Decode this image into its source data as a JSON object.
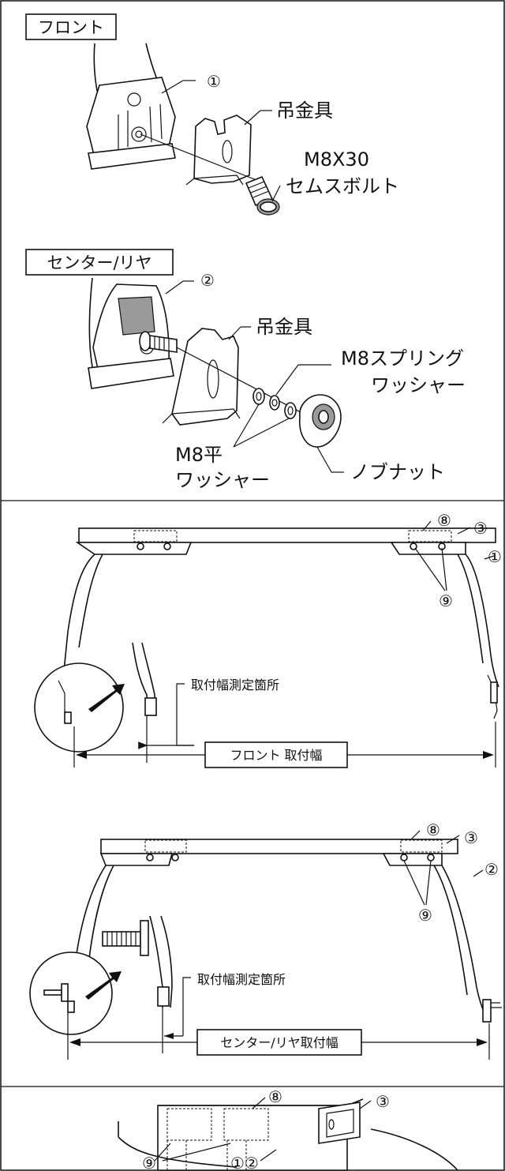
{
  "section1": {
    "title": "フロント",
    "callout_num": "①",
    "hanger_label": "吊金具",
    "bolt_label_line1": "M8X30",
    "bolt_label_line2": "セムスボルト"
  },
  "section2": {
    "title": "センター/リヤ",
    "callout_num": "②",
    "hanger_label": "吊金具",
    "spring_washer_line1": "M8スプリング",
    "spring_washer_line2": "ワッシャー",
    "flat_washer_line1": "M8平",
    "flat_washer_line2": "ワッシャー",
    "knob_nut_label": "ノブナット"
  },
  "section3": {
    "num_8": "⑧",
    "num_3": "③",
    "num_1": "①",
    "num_9": "⑨",
    "measure_label": "取付幅測定箇所",
    "width_label": "フロント 取付幅"
  },
  "section4": {
    "num_8": "⑧",
    "num_3": "③",
    "num_2": "②",
    "num_9": "⑨",
    "measure_label": "取付幅測定箇所",
    "width_label": "センター/リヤ取付幅"
  },
  "section5": {
    "num_8": "⑧",
    "num_3": "③",
    "num_9": "⑨",
    "num_12": "①②"
  },
  "icons": [
    "arrow-icon",
    "magnifier-circle-icon"
  ]
}
